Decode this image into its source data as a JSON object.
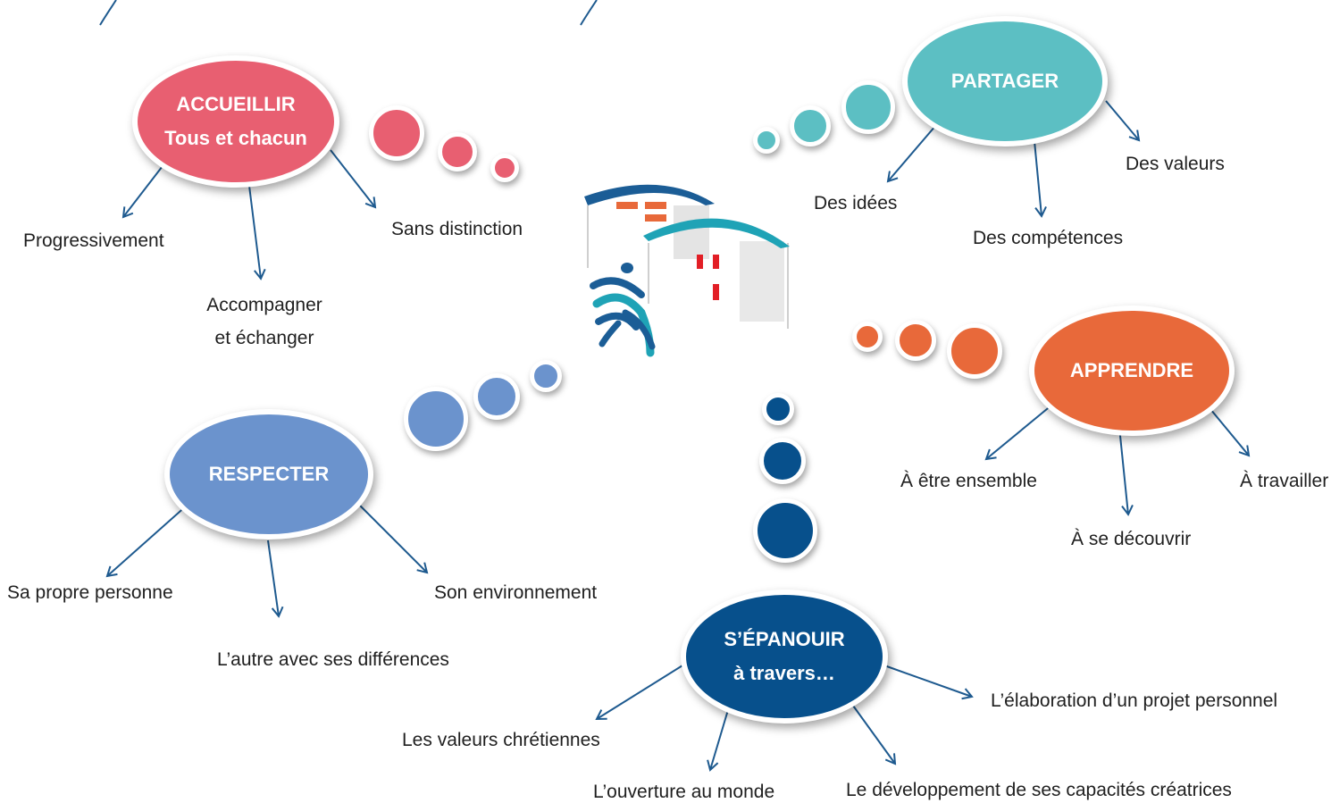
{
  "colors": {
    "accueillir": "#e85f71",
    "partager": "#5cbfc3",
    "apprendre": "#e8693a",
    "respecter": "#6b93cd",
    "epanouir": "#07508c",
    "arrow": "#1e5a8f"
  },
  "hubs": {
    "accueillir": {
      "line1": "ACCUEILLIR",
      "line2": "Tous et chacun"
    },
    "partager": {
      "line1": "PARTAGER"
    },
    "apprendre": {
      "line1": "APPRENDRE"
    },
    "respecter": {
      "line1": "RESPECTER"
    },
    "epanouir": {
      "line1": "S’ÉPANOUIR",
      "line2": "à travers…"
    }
  },
  "labels": {
    "accueillir": [
      "Progressivement",
      "Accompagner",
      "et échanger",
      "Sans distinction"
    ],
    "partager": [
      "Des idées",
      "Des compétences",
      "Des valeurs"
    ],
    "apprendre": [
      "À être ensemble",
      "À se découvrir",
      "À travailler"
    ],
    "respecter": [
      "Sa propre personne",
      "L’autre avec ses différences",
      "Son environnement"
    ],
    "epanouir": [
      "Les valeurs chrétiennes",
      "L’ouverture au monde",
      "Le développement de ses capacités créatrices",
      "L’élaboration d’un projet personnel"
    ]
  },
  "center_logo": {
    "name": "school-building-logo-icon"
  }
}
